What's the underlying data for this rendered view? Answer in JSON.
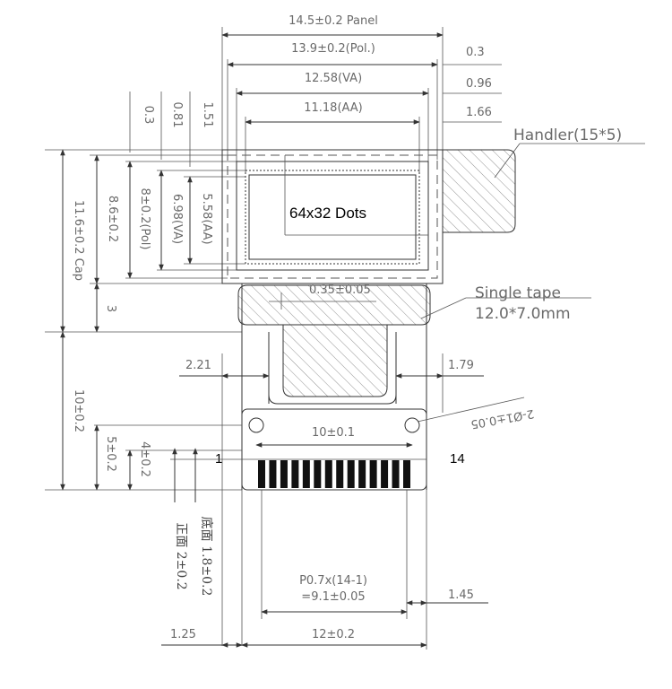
{
  "drawing": {
    "dimensions": {
      "panel_width": "14.5±0.2 Panel",
      "pol_width": "13.9±0.2(Pol.)",
      "va_width": "12.58(VA)",
      "aa_width": "11.18(AA)",
      "right_03": "0.3",
      "right_096": "0.96",
      "right_166": "1.66",
      "top_03": "0.3",
      "top_081": "0.81",
      "top_151": "1.51",
      "cap_height": "11.6±0.2 Cap",
      "panel_height": "8.6±0.2",
      "pol_height": "8±0.2(Pol)",
      "va_height": "6.98(VA)",
      "aa_height": "5.58(AA)",
      "three": "3",
      "fpc_height": "10±0.2",
      "five": "5±0.2",
      "four": "4±0.2",
      "left_221": "2.21",
      "right_179": "1.79",
      "hole_spacing": "10±0.1",
      "hole_dia": "2-Ø1±0.05",
      "tape_offset": "0.35±0.05",
      "pitch_line1": "P0.7x(14-1)",
      "pitch_line2": "=9.1±0.05",
      "right_145": "1.45",
      "bottom_125": "1.25",
      "bottom_width": "12±0.2",
      "front_label": "正面 2±0.2",
      "back_label": "底面 1.8±0.2"
    },
    "labels": {
      "resolution": "64x32 Dots",
      "handler_label": "Handler(15*5)",
      "tape_line1": "Single tape",
      "tape_line2": "12.0*7.0mm",
      "pin_first": "1",
      "pin_last": "14"
    }
  }
}
